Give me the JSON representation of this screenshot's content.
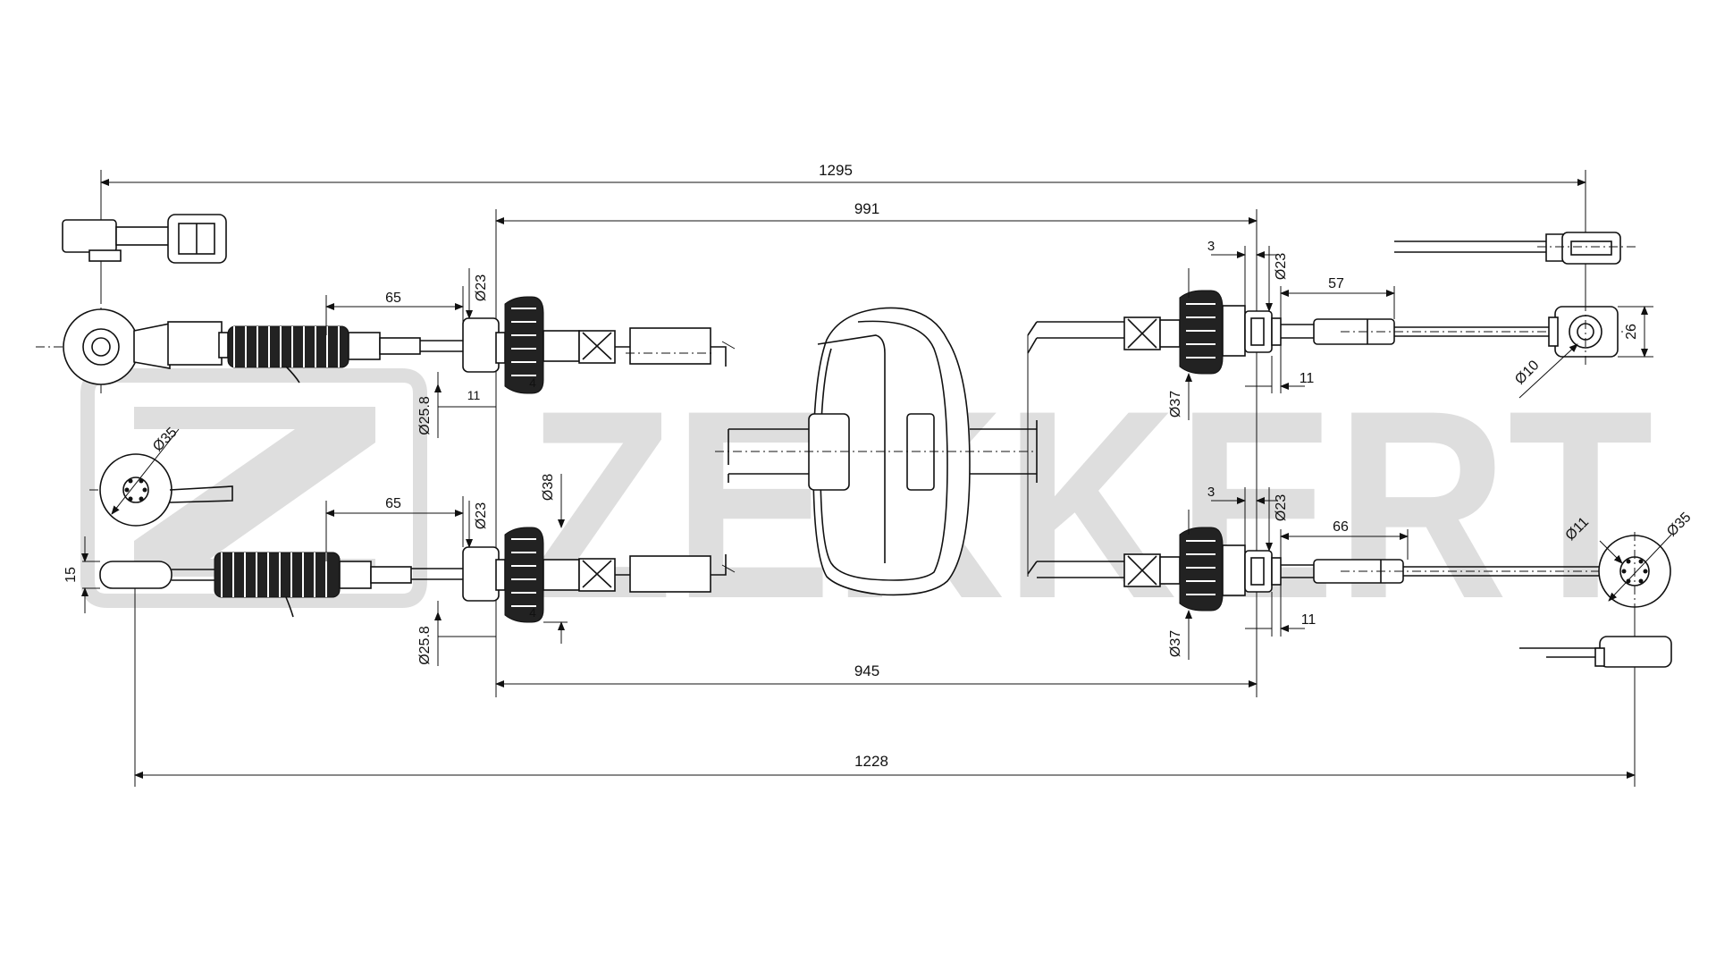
{
  "brand": {
    "watermark_text": "ZEKKERT",
    "watermark_color": "#dedede"
  },
  "dimensions": {
    "overall_top": "1295",
    "top_inner": "991",
    "bottom_inner": "945",
    "overall_bottom": "1228",
    "left_upper_65": "65",
    "left_lower_65": "65",
    "left_upper_d23": "Ø23",
    "left_lower_d23": "Ø23",
    "left_lower_d38": "Ø38",
    "left_upper_d258": "Ø25.8",
    "left_lower_d258": "Ø25.8",
    "left_upper_11": "11",
    "left_upper_4": "4",
    "left_lower_4": "4",
    "left_d35": "Ø35",
    "left_15": "15",
    "right_upper_3": "3",
    "right_lower_3": "3",
    "right_upper_d23": "Ø23",
    "right_lower_d23": "Ø23",
    "right_upper_57": "57",
    "right_lower_66": "66",
    "right_upper_11": "11",
    "right_lower_11": "11",
    "right_upper_d37": "Ø37",
    "right_lower_d37": "Ø37",
    "right_26": "26",
    "right_d10": "Ø10",
    "right_d11": "Ø11",
    "right_d35": "Ø35"
  }
}
